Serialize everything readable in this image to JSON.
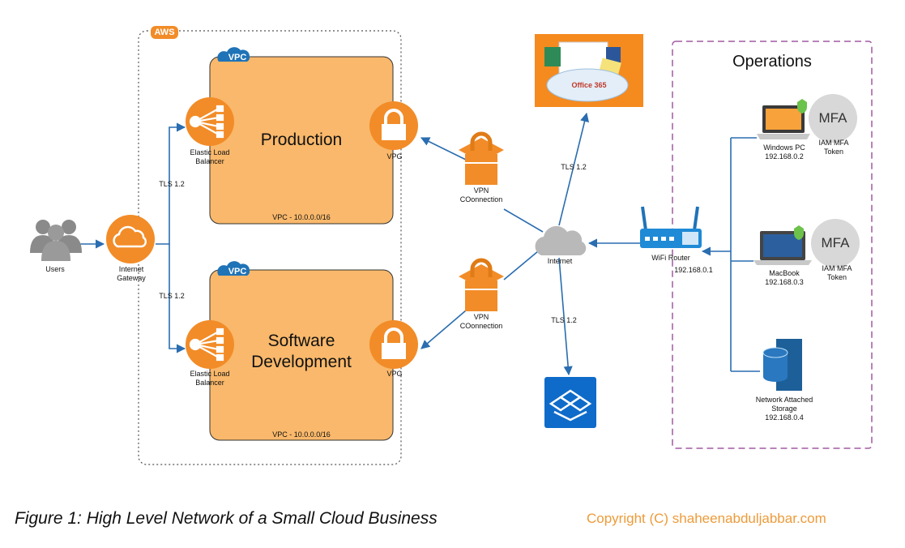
{
  "aws_label": "AWS",
  "vpc_tag": "VPC",
  "production": {
    "title": "Production",
    "vpc_cidr": "VPC - 10.0.0.0/16",
    "elb_label": "Elastic Load\nBalancer",
    "vpg_label": "VPG"
  },
  "development": {
    "title": "Software\nDevelopment",
    "vpc_cidr": "VPC - 10.0.0.0/16",
    "elb_label": "Elastic Load\nBalancer",
    "vpg_label": "VPG"
  },
  "users_label": "Users",
  "gateway_label": "Internet\nGateway",
  "tls_top": "TLS 1.2",
  "tls_bottom": "TLS 1.2",
  "vpn_top": "VPN\nCOonnection",
  "vpn_bottom": "VPN\nCOonnection",
  "internet_label": "Internet",
  "tls_office": "TLS 1.2",
  "tls_dropbox": "TLS 1.2",
  "office_label": "Office 365",
  "router": {
    "label": "WiFi Router",
    "ip": "192.168.0.1"
  },
  "operations": {
    "title": "Operations",
    "mfa_text": "MFA",
    "windows_pc": "Windows PC\n192.168.0.2",
    "macbook": "MacBook\n192.168.0.3",
    "nas": "Network Attached\nStorage\n192.168.0.4",
    "mfa_token_1": "IAM MFA\nToken",
    "mfa_token_2": "IAM MFA\nToken"
  },
  "caption": "Figure 1: High Level Network of a Small Cloud Business",
  "copyright": "Copyright (C) shaheenabduljabbar.com",
  "colors": {
    "aws_orange": "#f28c28",
    "vpc_fill": "#f9b86b",
    "arrow_blue": "#2a6db0",
    "operations_border": "#a15aa1",
    "dropbox_blue": "#0f6bc9"
  }
}
